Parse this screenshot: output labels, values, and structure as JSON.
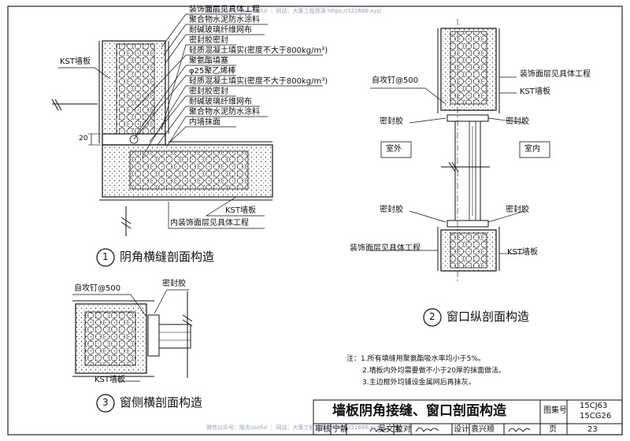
{
  "watermark_top": "微信公众号：版夫useful ｜ 网站：大篆工程资源 https://321686.xyz/",
  "watermark_bottom": "微信公众号：版夫useful ｜ 网站：大篆工程资源 https://321686.xyz/",
  "detail1": {
    "labels": [
      "装饰面层见具体工程",
      "聚合物水泥防水涂料",
      "耐碱玻璃纤维网布",
      "密封胶密封",
      "轻质混凝土填实(密度不大于800kg/m³)",
      "聚氨酯填塞",
      "φ25聚乙烯棒",
      "轻质混凝土填实(密度不大于800kg/m³)",
      "密封胶密封",
      "耐碱玻璃纤维网布",
      "聚合物水泥防水涂料",
      "内墙抹面"
    ],
    "kst_left": "KST墙板",
    "kst_right": "KST墙板",
    "interior_finish": "内装饰面层见具体工程",
    "dim": "20",
    "caption_num": "1",
    "caption": "阴角横缝剖面构造"
  },
  "detail2": {
    "screw": "自攻钉@500",
    "finish_top": "装饰面层见具体工程",
    "kst_top": "KST墙板",
    "sealant_1": "密封胶",
    "sealant_2": "密封胶",
    "outdoor": "室外",
    "indoor": "室内",
    "sealant_3": "密封胶",
    "sealant_4": "密封胶",
    "finish_bottom": "装饰面层见具体工程",
    "kst_bottom": "KST墙板",
    "caption_num": "2",
    "caption": "窗口纵剖面构造"
  },
  "detail3": {
    "screw": "自攻钉@500",
    "sealant": "密封胶",
    "kst": "KST墙板",
    "caption_num": "3",
    "caption": "窗侧横剖面构造"
  },
  "notes": [
    "注：1.所有填缝用聚氨酯吸水率均小于5%。",
    "2.墙板内外均需要做不小于20厚的抹面做法。",
    "3.主边框外均铺设金属网后再抹灰。"
  ],
  "title_block": {
    "title": "墙板阴角接缝、窗口剖面构造",
    "atlas_label": "图集号",
    "atlas_1": "15CJ63",
    "atlas_2": "15CG26",
    "review_label": "审核",
    "reviewer": "宁静",
    "check_label": "校对",
    "checker": "吴文宝",
    "design_label": "设计",
    "designer": "袁兴顺",
    "page_label": "页",
    "page": "23"
  }
}
